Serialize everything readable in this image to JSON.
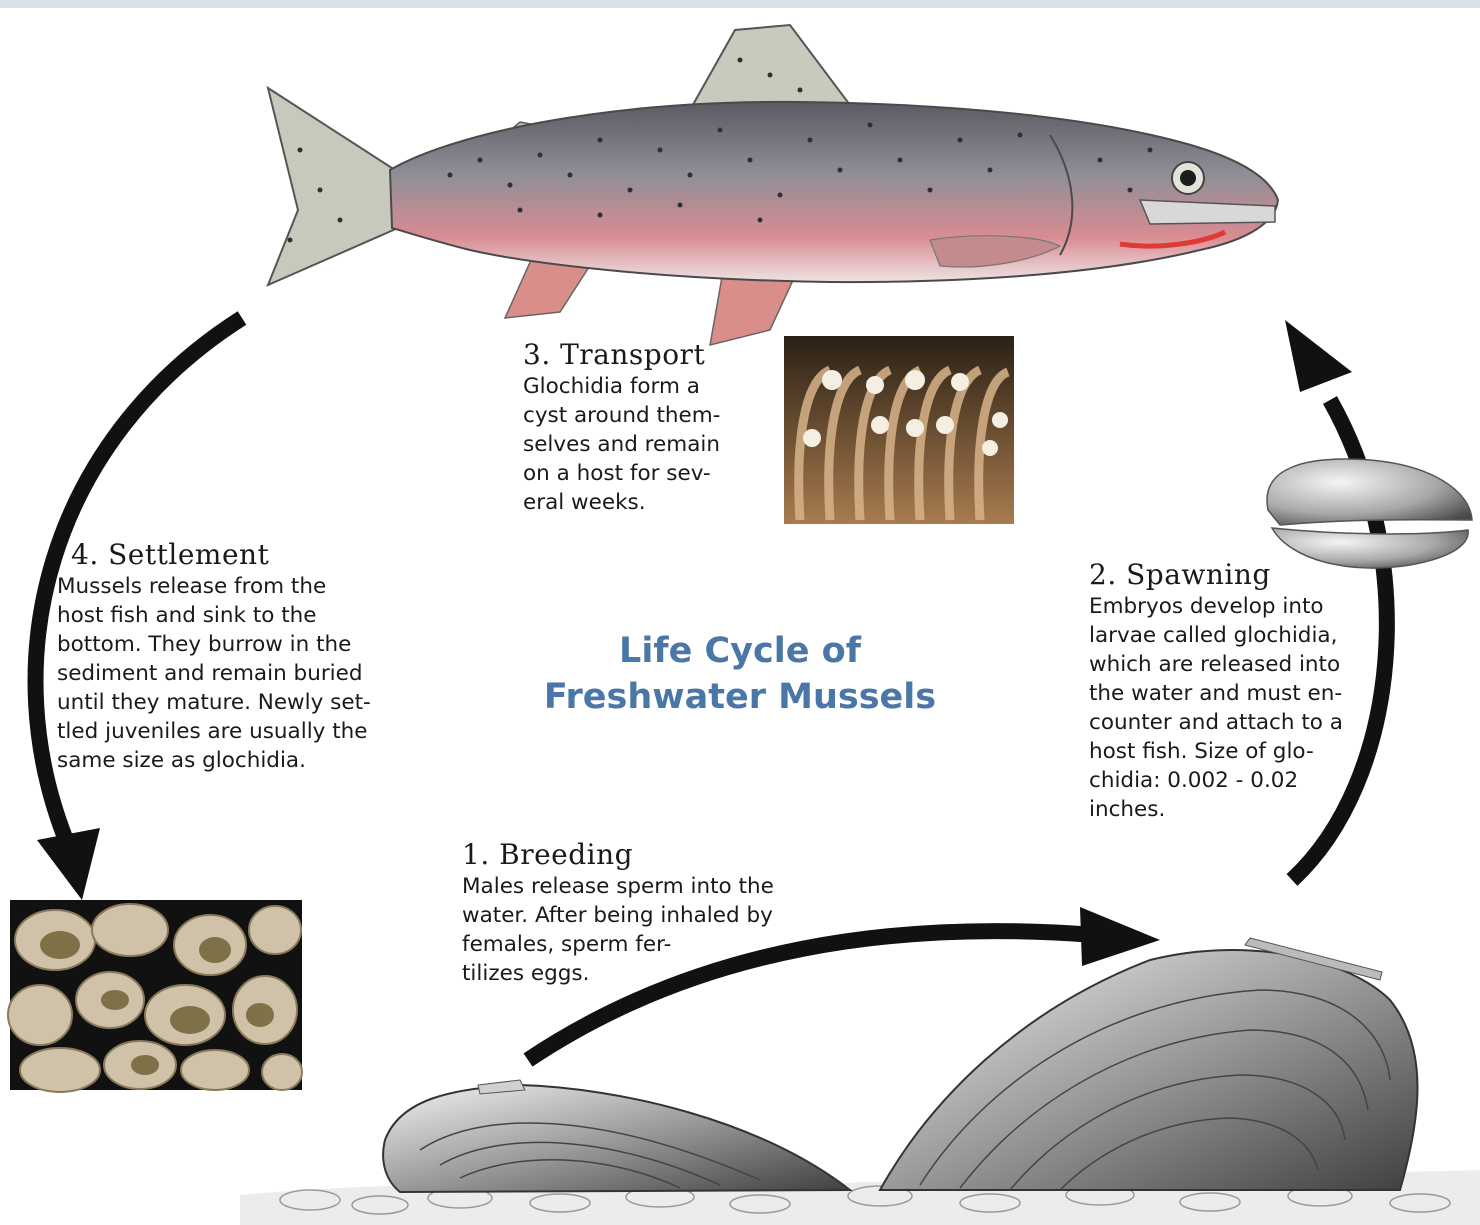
{
  "title": [
    "Life Cycle of",
    "Freshwater Mussels"
  ],
  "steps": [
    {
      "heading": "1. Breeding",
      "lines": [
        "Males release sperm into the",
        "water. After being inhaled by",
        "females, sperm fer-",
        "tilizes eggs."
      ]
    },
    {
      "heading": "2. Spawning",
      "lines": [
        "Embryos develop into",
        "larvae called glochidia,",
        "which are released into",
        "the water and must en-",
        "counter and attach to a",
        "host fish. Size of glo-",
        "chidia: 0.002 - 0.02",
        "inches."
      ]
    },
    {
      "heading": "3. Transport",
      "lines": [
        "Glochidia form a",
        "cyst around them-",
        "selves and remain",
        "on a host for sev-",
        "eral weeks."
      ]
    },
    {
      "heading": "4. Settlement",
      "lines": [
        "Mussels release from the",
        "host fish and sink to the",
        "bottom. They burrow in the",
        "sediment and remain buried",
        "until they mature. Newly set-",
        "tled juveniles are usually the",
        "same size as glochidia."
      ]
    }
  ],
  "colors": {
    "title": "#4a76a8",
    "arrow": "#111111",
    "fish_body": "#8d8c92",
    "fish_belly": "#e77d84",
    "background": "#ffffff"
  },
  "icons": [
    "trout-illustration",
    "adult-mussel-illustration",
    "glochidia-on-gill-photo",
    "glochidium-larva-illustration",
    "juvenile-mussels-photo"
  ]
}
